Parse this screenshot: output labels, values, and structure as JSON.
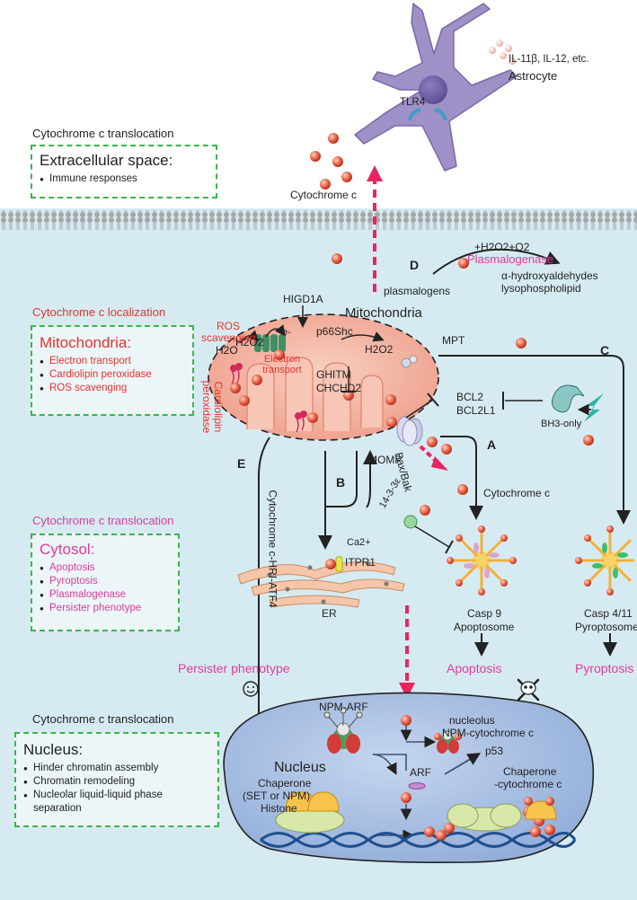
{
  "panels": {
    "extracellular": {
      "heading": "Cytochrome c translocation",
      "title": "Extracellular space:",
      "items": [
        "Immune responses"
      ]
    },
    "mitochondria": {
      "heading": "Cytochrome c localization",
      "title": "Mitochondria:",
      "items": [
        "Electron transport",
        "Cardiolipin peroxidase",
        "ROS scavenging"
      ]
    },
    "cytosol": {
      "heading": "Cytochrome c translocation",
      "title": "Cytosol:",
      "items": [
        "Apoptosis",
        "Pyroptosis",
        "Plasmalogenase",
        "Persister phenotype"
      ]
    },
    "nucleus": {
      "heading": "Cytochrome c translocation",
      "title": "Nucleus:",
      "items": [
        "Hinder chromatin assembly",
        "Chromatin remodeling",
        "Nucleolar liquid-liquid phase separation"
      ]
    }
  },
  "labels": {
    "astrocyte": "Astrocyte",
    "cytokines": "IL-11β, IL-12, etc.",
    "tlr4": "TLR4",
    "cyt_c_outside": "Cytochrome c",
    "path_d": "D",
    "plasmalogen_reaction": "+H2O2+O2",
    "plasmalogenase": "Plasmalogenase",
    "plasmalogens": "plasmalogens",
    "product1": "α-hydroxyaldehydes",
    "product2": "lysophospholipid",
    "mitochondria": "Mitochondria",
    "higd1a": "HIGD1A",
    "ros_scavenging": "ROS scavenging",
    "electron_transport": "Electron transport",
    "h2o": "H2O",
    "h2o2_left": "H2O2",
    "h2o2_right": "H2O2",
    "electron": "e-",
    "p66shc": "p66Shc",
    "ghitm": "GHITM",
    "chchd2": "CHCHD2",
    "cardiolipin_peroxidase": "Cardiolipin peroxidase",
    "mpt": "MPT",
    "path_c": "C",
    "bcl2": "BCL2",
    "bcl2l1": "BCL2L1",
    "bh3_only": "BH3-only",
    "bax_bak": "Bax/Bak",
    "path_a": "A",
    "cyt_c_cytosol": "Cytochrome c",
    "path_e": "E",
    "hri_atf4": "Cytochrome c-HRI-ATF4",
    "path_b": "B",
    "momp": "MOMP",
    "ca2": "Ca2+",
    "itpr1": "ITPR1",
    "er": "ER",
    "protein_1433": "14-3-3ε",
    "casp9": "Casp 9",
    "apoptosome": "Apoptosome",
    "casp411": "Casp 4/11",
    "pyroptosome": "Pyroptosome",
    "persister": "Persister phenotype",
    "apoptosis": "Apoptosis",
    "pyroptosis": "Pyroptosis",
    "npm_arf": "NPM-ARF",
    "nucleolus": "nucleolus",
    "npm_cyt_c": "NPM-cytochrome c",
    "p53": "p53",
    "arf": "ARF",
    "nucleus": "Nucleus",
    "chaperone_set": "Chaperone",
    "set_npm": "(SET or NPM)",
    "histone": "Histone",
    "chaperone_cyt": "Chaperone",
    "cyt_c_chaperone": "-cytochrome c"
  },
  "colors": {
    "cytosol": "#d6ebf1",
    "membrane": "#9a9a9a",
    "astrocyte": "#9f90c7",
    "mitochondria": "#f3b6a4",
    "nucleus": "#a9c1e2",
    "cyt_c": "#e8553b",
    "dash_arrow": "#e8245f",
    "box_border": "#3cb44b",
    "red_text": "#e8322c",
    "pink_text": "#e03a9c"
  }
}
